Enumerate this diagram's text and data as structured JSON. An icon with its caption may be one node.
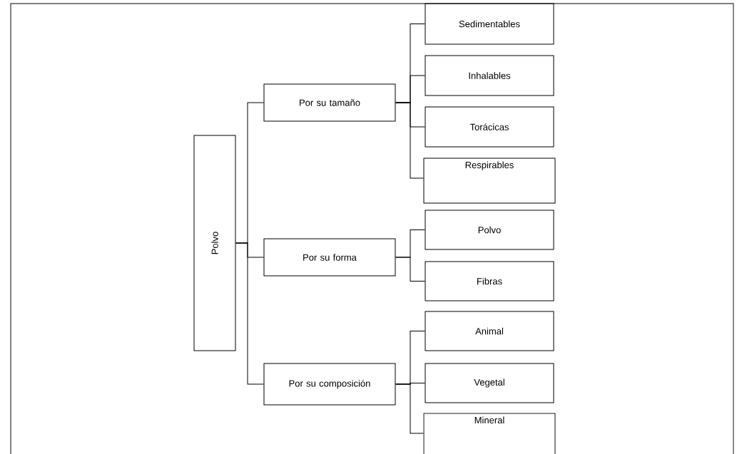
{
  "diagram": {
    "nodes": [
      {
        "text": [
          "Polvo"
        ]
      },
      {
        "text": [
          "Por su tamaño"
        ]
      },
      {
        "text": [
          "Por su forma"
        ]
      },
      {
        "text": [
          "Por su composición"
        ]
      },
      {
        "text": [
          "Sedimentables"
        ]
      },
      {
        "text": [
          "Inhalables"
        ]
      },
      {
        "text": [
          "Torácicas"
        ]
      },
      {
        "text": [
          "Respirables"
        ]
      },
      {
        "text": [
          "Polvo"
        ]
      },
      {
        "text": [
          "Fibras"
        ]
      },
      {
        "text": [
          "Animal"
        ]
      },
      {
        "text": [
          "Vegetal"
        ]
      },
      {
        "text": [
          "Mineral"
        ]
      }
    ],
    "edges": [
      {
        "from": 0,
        "to": 1,
        "arrow": "none"
      },
      {
        "from": 0,
        "to": 2,
        "arrow": "none"
      },
      {
        "from": 0,
        "to": 3,
        "arrow": "none"
      },
      {
        "from": 1,
        "to": 4,
        "arrow": "none"
      },
      {
        "from": 1,
        "to": 5,
        "arrow": "none"
      },
      {
        "from": 1,
        "to": 6,
        "arrow": "none"
      },
      {
        "from": 1,
        "to": 7,
        "arrow": "none"
      },
      {
        "from": 2,
        "to": 8,
        "arrow": "none"
      },
      {
        "from": 2,
        "to": 9,
        "arrow": "none"
      },
      {
        "from": 3,
        "to": 10,
        "arrow": "none"
      },
      {
        "from": 3,
        "to": 11,
        "arrow": "none"
      },
      {
        "from": 3,
        "to": 12,
        "arrow": "none"
      }
    ]
  }
}
